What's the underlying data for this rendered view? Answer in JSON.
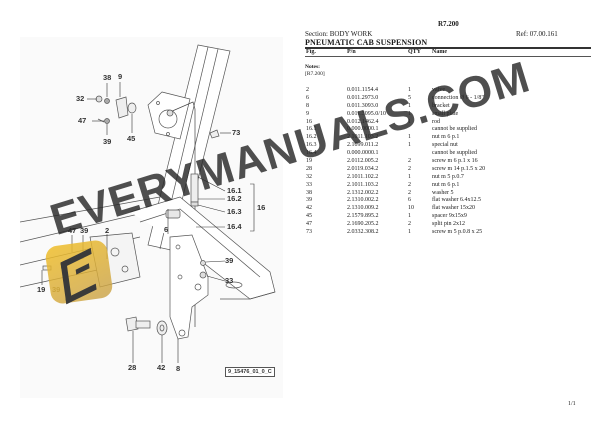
{
  "header": {
    "model": "R7.200",
    "section": "Section: BODY WORK",
    "ref": "Ref: 07.00.161",
    "title": "PNEUMATIC CAB SUSPENSION",
    "columns": {
      "fig": "Fig.",
      "pn": "P/n",
      "qty": "QTY",
      "name": "Name"
    }
  },
  "notes": {
    "label": "Notes:",
    "value": "[R7.200]"
  },
  "parts": [
    {
      "fig": "2",
      "pn": "0.011.1154.4",
      "qty": "1",
      "name": "valve"
    },
    {
      "fig": "6",
      "pn": "0.011.2973.0",
      "qty": "5",
      "name": "connection Ø 6 - 1/8\""
    },
    {
      "fig": "8",
      "pn": "0.011.3093.0",
      "qty": "1",
      "name": "bracket"
    },
    {
      "fig": "9",
      "pn": "0.011.3095.0/10",
      "qty": "1",
      "name": "small plate"
    },
    {
      "fig": "16",
      "pn": "0.012.1462.4",
      "qty": "1",
      "name": "rod"
    },
    {
      "fig": "16.1",
      "pn": "0.000.0000.1",
      "qty": "",
      "name": "cannot be supplied"
    },
    {
      "fig": "16.2",
      "pn": "2.1011.103.2",
      "qty": "1",
      "name": "nut m 6 p.1"
    },
    {
      "fig": "16.3",
      "pn": "2.1099.011.2",
      "qty": "1",
      "name": "special nut"
    },
    {
      "fig": "16.4",
      "pn": "0.000.0000.1",
      "qty": "",
      "name": "cannot be supplied"
    },
    {
      "fig": "19",
      "pn": "2.0112.005.2",
      "qty": "2",
      "name": "screw m 6 p.1 x 16"
    },
    {
      "fig": "28",
      "pn": "2.0119.034.2",
      "qty": "2",
      "name": "screw m 14 p.1.5 x 20"
    },
    {
      "fig": "32",
      "pn": "2.1011.102.2",
      "qty": "1",
      "name": "nut m 5 p.0.7"
    },
    {
      "fig": "33",
      "pn": "2.1011.103.2",
      "qty": "2",
      "name": "nut m 6 p.1"
    },
    {
      "fig": "38",
      "pn": "2.1312.002.2",
      "qty": "2",
      "name": "washer 5"
    },
    {
      "fig": "39",
      "pn": "2.1310.002.2",
      "qty": "6",
      "name": "flat washer 6.4x12.5"
    },
    {
      "fig": "42",
      "pn": "2.1310.009.2",
      "qty": "10",
      "name": "flat washer 15x20"
    },
    {
      "fig": "45",
      "pn": "2.1579.895.2",
      "qty": "1",
      "name": "spacer 9x15x9"
    },
    {
      "fig": "47",
      "pn": "2.1690.205.2",
      "qty": "2",
      "name": "split pin 2x12"
    },
    {
      "fig": "73",
      "pn": "2.0332.308.2",
      "qty": "1",
      "name": "screw m 5 p.0.8 x 25"
    }
  ],
  "diagram": {
    "figure_ref": "9_15476_01_0_C",
    "callouts": {
      "c38": "38",
      "c9": "9",
      "c32": "32",
      "c47a": "47",
      "c39a": "39",
      "c45": "45",
      "c73": "73",
      "c16_1": "16.1",
      "c16_2": "16.2",
      "c16_3": "16.3",
      "c16_4": "16.4",
      "c16": "16",
      "c47b": "47",
      "c39b": "39",
      "c2": "2",
      "c6": "6",
      "c19": "19",
      "c39c": "39",
      "c39d": "39",
      "c33": "33",
      "c28": "28",
      "c42": "42",
      "c8": "8"
    }
  },
  "watermark": {
    "text": "EVERYMANUALS.COM",
    "logo_color": "#e8b93a",
    "text_color": "#333333"
  },
  "footer": {
    "page": "1/1"
  }
}
